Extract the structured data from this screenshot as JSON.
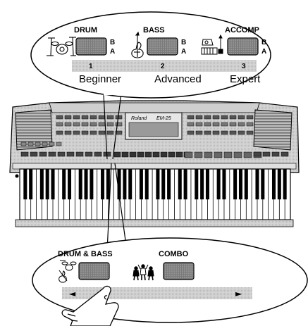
{
  "top_callout": {
    "buttons": [
      {
        "label": "DRUM",
        "upper": "B",
        "lower": "A",
        "number": "1",
        "level": "Beginner"
      },
      {
        "label": "BASS",
        "upper": "B",
        "lower": "A",
        "number": "2",
        "level": "Advanced"
      },
      {
        "label": "ACCOMP",
        "upper": "B",
        "lower": "A",
        "number": "3",
        "level": "Expert"
      }
    ]
  },
  "keyboard": {
    "brand": "Roland",
    "model": "EM-25"
  },
  "bottom_callout": {
    "buttons": [
      {
        "label": "DRUM & BASS"
      },
      {
        "label": "COMBO"
      }
    ],
    "arrow_left": "◄",
    "arrow_right": "►"
  },
  "colors": {
    "button_fill": "#6e6e6e",
    "strip_fill": "#c8c8c8",
    "ink": "#000000"
  }
}
